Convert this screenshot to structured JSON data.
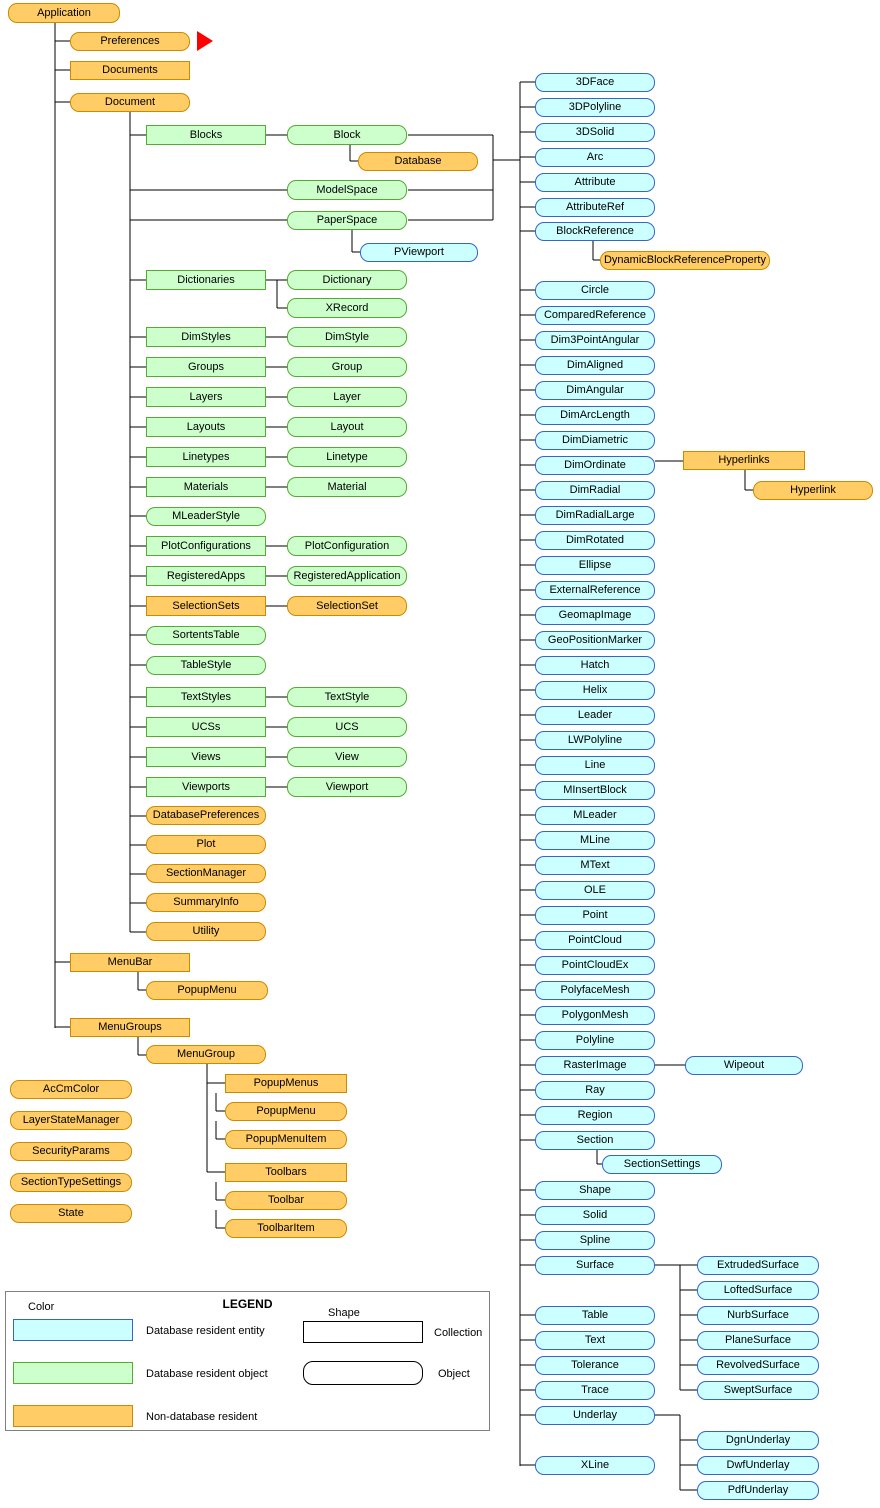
{
  "palette": {
    "entity-fill": "#CCFFFF",
    "entity-border": "#3366CC",
    "dbobject-fill": "#CCFFCC",
    "dbobject-border": "#55AA33",
    "nonres-fill": "#FFCC66",
    "nonres-border": "#CC8A00",
    "wire": "#000000",
    "marker": "#FF0000"
  },
  "icons": {
    "marker": "red-right-arrow"
  },
  "diagram": {
    "nodes": [
      {
        "id": "application",
        "label": "Application",
        "color": "nonres",
        "shape": "object"
      },
      {
        "id": "preferences",
        "label": "Preferences",
        "color": "nonres",
        "shape": "object"
      },
      {
        "id": "documents",
        "label": "Documents",
        "color": "nonres",
        "shape": "collection"
      },
      {
        "id": "document",
        "label": "Document",
        "color": "nonres",
        "shape": "object"
      },
      {
        "id": "blocks",
        "label": "Blocks",
        "color": "dbobject",
        "shape": "collection"
      },
      {
        "id": "block",
        "label": "Block",
        "color": "dbobject",
        "shape": "object"
      },
      {
        "id": "database",
        "label": "Database",
        "color": "nonres",
        "shape": "object"
      },
      {
        "id": "modelspace",
        "label": "ModelSpace",
        "color": "dbobject",
        "shape": "object"
      },
      {
        "id": "paperspace",
        "label": "PaperSpace",
        "color": "dbobject",
        "shape": "object"
      },
      {
        "id": "pviewport",
        "label": "PViewport",
        "color": "entity",
        "shape": "object"
      },
      {
        "id": "dictionaries",
        "label": "Dictionaries",
        "color": "dbobject",
        "shape": "collection"
      },
      {
        "id": "dictionary",
        "label": "Dictionary",
        "color": "dbobject",
        "shape": "object"
      },
      {
        "id": "xrecord",
        "label": "XRecord",
        "color": "dbobject",
        "shape": "object"
      },
      {
        "id": "dimstyles",
        "label": "DimStyles",
        "color": "dbobject",
        "shape": "collection"
      },
      {
        "id": "dimstyle",
        "label": "DimStyle",
        "color": "dbobject",
        "shape": "object"
      },
      {
        "id": "groups",
        "label": "Groups",
        "color": "dbobject",
        "shape": "collection"
      },
      {
        "id": "group",
        "label": "Group",
        "color": "dbobject",
        "shape": "object"
      },
      {
        "id": "layers",
        "label": "Layers",
        "color": "dbobject",
        "shape": "collection"
      },
      {
        "id": "layer",
        "label": "Layer",
        "color": "dbobject",
        "shape": "object"
      },
      {
        "id": "layouts",
        "label": "Layouts",
        "color": "dbobject",
        "shape": "collection"
      },
      {
        "id": "layout",
        "label": "Layout",
        "color": "dbobject",
        "shape": "object"
      },
      {
        "id": "linetypes",
        "label": "Linetypes",
        "color": "dbobject",
        "shape": "collection"
      },
      {
        "id": "linetype",
        "label": "Linetype",
        "color": "dbobject",
        "shape": "object"
      },
      {
        "id": "materials",
        "label": "Materials",
        "color": "dbobject",
        "shape": "collection"
      },
      {
        "id": "material",
        "label": "Material",
        "color": "dbobject",
        "shape": "object"
      },
      {
        "id": "mleaderstyle",
        "label": "MLeaderStyle",
        "color": "dbobject",
        "shape": "object"
      },
      {
        "id": "plotconfigurations",
        "label": "PlotConfigurations",
        "color": "dbobject",
        "shape": "collection"
      },
      {
        "id": "plotconfiguration",
        "label": "PlotConfiguration",
        "color": "dbobject",
        "shape": "object"
      },
      {
        "id": "registeredapps",
        "label": "RegisteredApps",
        "color": "dbobject",
        "shape": "collection"
      },
      {
        "id": "registeredapplication",
        "label": "RegisteredApplication",
        "color": "dbobject",
        "shape": "object"
      },
      {
        "id": "selectionsets",
        "label": "SelectionSets",
        "color": "nonres",
        "shape": "collection"
      },
      {
        "id": "selectionset",
        "label": "SelectionSet",
        "color": "nonres",
        "shape": "object"
      },
      {
        "id": "sortentstable",
        "label": "SortentsTable",
        "color": "dbobject",
        "shape": "object"
      },
      {
        "id": "tablestyle",
        "label": "TableStyle",
        "color": "dbobject",
        "shape": "object"
      },
      {
        "id": "textstyles",
        "label": "TextStyles",
        "color": "dbobject",
        "shape": "collection"
      },
      {
        "id": "textstyle",
        "label": "TextStyle",
        "color": "dbobject",
        "shape": "object"
      },
      {
        "id": "ucss",
        "label": "UCSs",
        "color": "dbobject",
        "shape": "collection"
      },
      {
        "id": "ucs",
        "label": "UCS",
        "color": "dbobject",
        "shape": "object"
      },
      {
        "id": "views",
        "label": "Views",
        "color": "dbobject",
        "shape": "collection"
      },
      {
        "id": "view",
        "label": "View",
        "color": "dbobject",
        "shape": "object"
      },
      {
        "id": "viewports",
        "label": "Viewports",
        "color": "dbobject",
        "shape": "collection"
      },
      {
        "id": "viewport",
        "label": "Viewport",
        "color": "dbobject",
        "shape": "object"
      },
      {
        "id": "databasepreferences",
        "label": "DatabasePreferences",
        "color": "nonres",
        "shape": "object"
      },
      {
        "id": "plot",
        "label": "Plot",
        "color": "nonres",
        "shape": "object"
      },
      {
        "id": "sectionmanager",
        "label": "SectionManager",
        "color": "nonres",
        "shape": "object"
      },
      {
        "id": "summaryinfo",
        "label": "SummaryInfo",
        "color": "nonres",
        "shape": "object"
      },
      {
        "id": "utility",
        "label": "Utility",
        "color": "nonres",
        "shape": "object"
      },
      {
        "id": "menubar",
        "label": "MenuBar",
        "color": "nonres",
        "shape": "collection"
      },
      {
        "id": "popupmenu_menubar",
        "label": "PopupMenu",
        "color": "nonres",
        "shape": "object"
      },
      {
        "id": "menugroups",
        "label": "MenuGroups",
        "color": "nonres",
        "shape": "collection"
      },
      {
        "id": "menugroup",
        "label": "MenuGroup",
        "color": "nonres",
        "shape": "object"
      },
      {
        "id": "popupmenus",
        "label": "PopupMenus",
        "color": "nonres",
        "shape": "collection"
      },
      {
        "id": "popupmenu_group",
        "label": "PopupMenu",
        "color": "nonres",
        "shape": "object"
      },
      {
        "id": "popupmenuitem",
        "label": "PopupMenuItem",
        "color": "nonres",
        "shape": "object"
      },
      {
        "id": "toolbars",
        "label": "Toolbars",
        "color": "nonres",
        "shape": "collection"
      },
      {
        "id": "toolbar",
        "label": "Toolbar",
        "color": "nonres",
        "shape": "object"
      },
      {
        "id": "toolbaritem",
        "label": "ToolbarItem",
        "color": "nonres",
        "shape": "object"
      },
      {
        "id": "accmcolor",
        "label": "AcCmColor",
        "color": "nonres",
        "shape": "object"
      },
      {
        "id": "layerstatemanager",
        "label": "LayerStateManager",
        "color": "nonres",
        "shape": "object"
      },
      {
        "id": "securityparams",
        "label": "SecurityParams",
        "color": "nonres",
        "shape": "object"
      },
      {
        "id": "sectiontypesettings",
        "label": "SectionTypeSettings",
        "color": "nonres",
        "shape": "object"
      },
      {
        "id": "state",
        "label": "State",
        "color": "nonres",
        "shape": "object"
      },
      {
        "id": "3dface",
        "label": "3DFace",
        "color": "entity",
        "shape": "object"
      },
      {
        "id": "3dpolyline",
        "label": "3DPolyline",
        "color": "entity",
        "shape": "object"
      },
      {
        "id": "3dsolid",
        "label": "3DSolid",
        "color": "entity",
        "shape": "object"
      },
      {
        "id": "arc",
        "label": "Arc",
        "color": "entity",
        "shape": "object"
      },
      {
        "id": "attribute",
        "label": "Attribute",
        "color": "entity",
        "shape": "object"
      },
      {
        "id": "attributeref",
        "label": "AttributeRef",
        "color": "entity",
        "shape": "object"
      },
      {
        "id": "blockreference",
        "label": "BlockReference",
        "color": "entity",
        "shape": "object"
      },
      {
        "id": "dynamicblockreferenceproperty",
        "label": "DynamicBlockReferenceProperty",
        "color": "nonres",
        "shape": "object"
      },
      {
        "id": "circle",
        "label": "Circle",
        "color": "entity",
        "shape": "object"
      },
      {
        "id": "comparedreference",
        "label": "ComparedReference",
        "color": "entity",
        "shape": "object"
      },
      {
        "id": "dim3pointangular",
        "label": "Dim3PointAngular",
        "color": "entity",
        "shape": "object"
      },
      {
        "id": "dimaligned",
        "label": "DimAligned",
        "color": "entity",
        "shape": "object"
      },
      {
        "id": "dimangular",
        "label": "DimAngular",
        "color": "entity",
        "shape": "object"
      },
      {
        "id": "dimarclength",
        "label": "DimArcLength",
        "color": "entity",
        "shape": "object"
      },
      {
        "id": "dimdiametric",
        "label": "DimDiametric",
        "color": "entity",
        "shape": "object"
      },
      {
        "id": "dimordinate",
        "label": "DimOrdinate",
        "color": "entity",
        "shape": "object"
      },
      {
        "id": "dimradial",
        "label": "DimRadial",
        "color": "entity",
        "shape": "object"
      },
      {
        "id": "dimradiallarge",
        "label": "DimRadialLarge",
        "color": "entity",
        "shape": "object"
      },
      {
        "id": "dimrotated",
        "label": "DimRotated",
        "color": "entity",
        "shape": "object"
      },
      {
        "id": "ellipse",
        "label": "Ellipse",
        "color": "entity",
        "shape": "object"
      },
      {
        "id": "externalreference",
        "label": "ExternalReference",
        "color": "entity",
        "shape": "object"
      },
      {
        "id": "geomapimage",
        "label": "GeomapImage",
        "color": "entity",
        "shape": "object"
      },
      {
        "id": "geopositionmarker",
        "label": "GeoPositionMarker",
        "color": "entity",
        "shape": "object"
      },
      {
        "id": "hatch",
        "label": "Hatch",
        "color": "entity",
        "shape": "object"
      },
      {
        "id": "helix",
        "label": "Helix",
        "color": "entity",
        "shape": "object"
      },
      {
        "id": "leader",
        "label": "Leader",
        "color": "entity",
        "shape": "object"
      },
      {
        "id": "lwpolyline",
        "label": "LWPolyline",
        "color": "entity",
        "shape": "object"
      },
      {
        "id": "line",
        "label": "Line",
        "color": "entity",
        "shape": "object"
      },
      {
        "id": "minsertblock",
        "label": "MInsertBlock",
        "color": "entity",
        "shape": "object"
      },
      {
        "id": "mleader",
        "label": "MLeader",
        "color": "entity",
        "shape": "object"
      },
      {
        "id": "mline",
        "label": "MLine",
        "color": "entity",
        "shape": "object"
      },
      {
        "id": "mtext",
        "label": "MText",
        "color": "entity",
        "shape": "object"
      },
      {
        "id": "ole",
        "label": "OLE",
        "color": "entity",
        "shape": "object"
      },
      {
        "id": "point",
        "label": "Point",
        "color": "entity",
        "shape": "object"
      },
      {
        "id": "pointcloud",
        "label": "PointCloud",
        "color": "entity",
        "shape": "object"
      },
      {
        "id": "pointcloudex",
        "label": "PointCloudEx",
        "color": "entity",
        "shape": "object"
      },
      {
        "id": "polyfacemesh",
        "label": "PolyfaceMesh",
        "color": "entity",
        "shape": "object"
      },
      {
        "id": "polygonmesh",
        "label": "PolygonMesh",
        "color": "entity",
        "shape": "object"
      },
      {
        "id": "polyline",
        "label": "Polyline",
        "color": "entity",
        "shape": "object"
      },
      {
        "id": "rasterimage",
        "label": "RasterImage",
        "color": "entity",
        "shape": "object"
      },
      {
        "id": "wipeout",
        "label": "Wipeout",
        "color": "entity",
        "shape": "object"
      },
      {
        "id": "ray",
        "label": "Ray",
        "color": "entity",
        "shape": "object"
      },
      {
        "id": "region",
        "label": "Region",
        "color": "entity",
        "shape": "object"
      },
      {
        "id": "section",
        "label": "Section",
        "color": "entity",
        "shape": "object"
      },
      {
        "id": "sectionsettings",
        "label": "SectionSettings",
        "color": "entity",
        "shape": "object"
      },
      {
        "id": "shape",
        "label": "Shape",
        "color": "entity",
        "shape": "object"
      },
      {
        "id": "solid",
        "label": "Solid",
        "color": "entity",
        "shape": "object"
      },
      {
        "id": "spline",
        "label": "Spline",
        "color": "entity",
        "shape": "object"
      },
      {
        "id": "surface",
        "label": "Surface",
        "color": "entity",
        "shape": "object"
      },
      {
        "id": "extrudedsurface",
        "label": "ExtrudedSurface",
        "color": "entity",
        "shape": "object"
      },
      {
        "id": "loftedsurface",
        "label": "LoftedSurface",
        "color": "entity",
        "shape": "object"
      },
      {
        "id": "nurbsurface",
        "label": "NurbSurface",
        "color": "entity",
        "shape": "object"
      },
      {
        "id": "planesurface",
        "label": "PlaneSurface",
        "color": "entity",
        "shape": "object"
      },
      {
        "id": "revolvedsurface",
        "label": "RevolvedSurface",
        "color": "entity",
        "shape": "object"
      },
      {
        "id": "sweptsurface",
        "label": "SweptSurface",
        "color": "entity",
        "shape": "object"
      },
      {
        "id": "table",
        "label": "Table",
        "color": "entity",
        "shape": "object"
      },
      {
        "id": "text",
        "label": "Text",
        "color": "entity",
        "shape": "object"
      },
      {
        "id": "tolerance",
        "label": "Tolerance",
        "color": "entity",
        "shape": "object"
      },
      {
        "id": "trace",
        "label": "Trace",
        "color": "entity",
        "shape": "object"
      },
      {
        "id": "underlay",
        "label": "Underlay",
        "color": "entity",
        "shape": "object"
      },
      {
        "id": "dgnunderlay",
        "label": "DgnUnderlay",
        "color": "entity",
        "shape": "object"
      },
      {
        "id": "dwfunderlay",
        "label": "DwfUnderlay",
        "color": "entity",
        "shape": "object"
      },
      {
        "id": "pdfunderlay",
        "label": "PdfUnderlay",
        "color": "entity",
        "shape": "object"
      },
      {
        "id": "xline",
        "label": "XLine",
        "color": "entity",
        "shape": "object"
      },
      {
        "id": "hyperlinks",
        "label": "Hyperlinks",
        "color": "nonres",
        "shape": "collection"
      },
      {
        "id": "hyperlink",
        "label": "Hyperlink",
        "color": "nonres",
        "shape": "object"
      }
    ]
  },
  "legend": {
    "title": "LEGEND",
    "color_heading": "Color",
    "shape_heading": "Shape",
    "colors": [
      {
        "label": "Database resident entity"
      },
      {
        "label": "Database resident object"
      },
      {
        "label": "Non-database resident"
      }
    ],
    "shapes": [
      {
        "label": "Collection"
      },
      {
        "label": "Object"
      }
    ]
  }
}
